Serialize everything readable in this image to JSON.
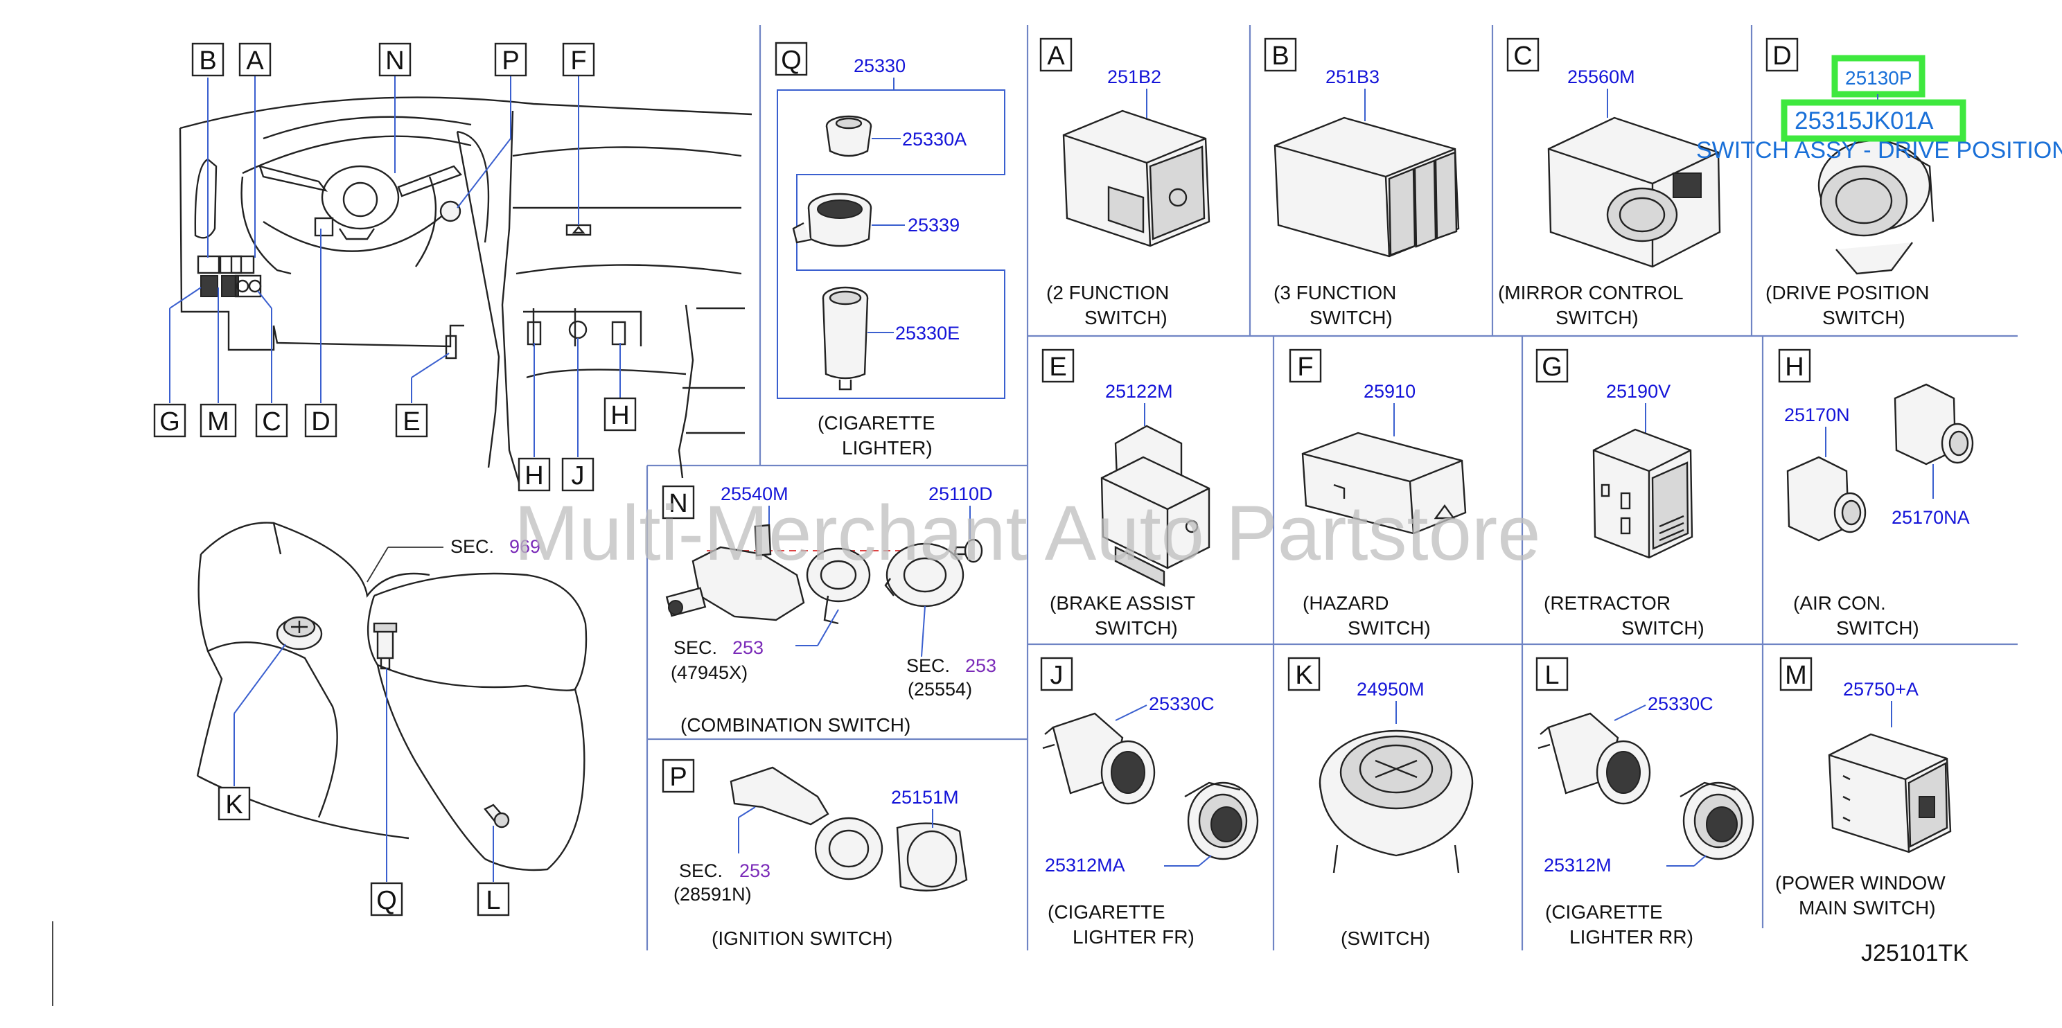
{
  "watermark": "Multi-Merchant Auto Partstore",
  "diagram_code": "J25101TK",
  "highlight": {
    "part_number_1": "25130P",
    "part_number_2": "25315JK01A",
    "part_name": "SWITCH ASSY - DRIVE POSITION"
  },
  "overview_labels": [
    "B",
    "A",
    "N",
    "P",
    "F",
    "G",
    "M",
    "C",
    "D",
    "E",
    "H",
    "H",
    "J"
  ],
  "console_labels": [
    "K",
    "Q",
    "L"
  ],
  "console_sec": {
    "label": "SEC.",
    "number": "969"
  },
  "panels": {
    "Q": {
      "letter": "Q",
      "parts": [
        "25330",
        "25330A",
        "25339",
        "25330E"
      ],
      "caption": [
        "(CIGARETTE",
        "LIGHTER)"
      ]
    },
    "N": {
      "letter": "N",
      "parts": [
        "25540M",
        "25110D"
      ],
      "sec_left": {
        "label": "SEC.",
        "number": "253",
        "ref": "(47945X)"
      },
      "sec_right": {
        "label": "SEC.",
        "number": "253",
        "ref": "(25554)"
      },
      "caption": [
        "(COMBINATION   SWITCH)"
      ]
    },
    "P": {
      "letter": "P",
      "parts": [
        "25151M"
      ],
      "sec": {
        "label": "SEC.",
        "number": "253",
        "ref": "(28591N)"
      },
      "caption": [
        "(IGNITION   SWITCH)"
      ]
    },
    "A": {
      "letter": "A",
      "parts": [
        "251B2"
      ],
      "caption": [
        "(2   FUNCTION",
        "SWITCH)"
      ]
    },
    "B": {
      "letter": "B",
      "parts": [
        "251B3"
      ],
      "caption": [
        "(3   FUNCTION",
        "SWITCH)"
      ]
    },
    "C": {
      "letter": "C",
      "parts": [
        "25560M"
      ],
      "caption": [
        "(MIRROR   CONTROL",
        "SWITCH)"
      ]
    },
    "D": {
      "letter": "D",
      "parts": [],
      "caption": [
        "(DRIVE   POSITION",
        "SWITCH)"
      ]
    },
    "E": {
      "letter": "E",
      "parts": [
        "25122M"
      ],
      "caption": [
        "(BRAKE   ASSIST",
        "SWITCH)"
      ]
    },
    "F": {
      "letter": "F",
      "parts": [
        "25910"
      ],
      "caption": [
        "(HAZARD",
        "SWITCH)"
      ]
    },
    "G": {
      "letter": "G",
      "parts": [
        "25190V"
      ],
      "caption": [
        "(RETRACTOR",
        "SWITCH)"
      ]
    },
    "H": {
      "letter": "H",
      "parts": [
        "25170N",
        "25170NA"
      ],
      "caption": [
        "(AIR   CON.",
        "SWITCH)"
      ]
    },
    "J": {
      "letter": "J",
      "parts": [
        "25330C",
        "25312MA"
      ],
      "caption": [
        "(CIGARETTE",
        "LIGHTER   FR)"
      ]
    },
    "K": {
      "letter": "K",
      "parts": [
        "24950M"
      ],
      "caption": [
        "(SWITCH)"
      ]
    },
    "L": {
      "letter": "L",
      "parts": [
        "25330C",
        "25312M"
      ],
      "caption": [
        "(CIGARETTE",
        "LIGHTER   RR)"
      ]
    },
    "M": {
      "letter": "M",
      "parts": [
        "25750+A"
      ],
      "caption": [
        "(POWER   WINDOW",
        "MAIN   SWITCH)"
      ]
    }
  }
}
